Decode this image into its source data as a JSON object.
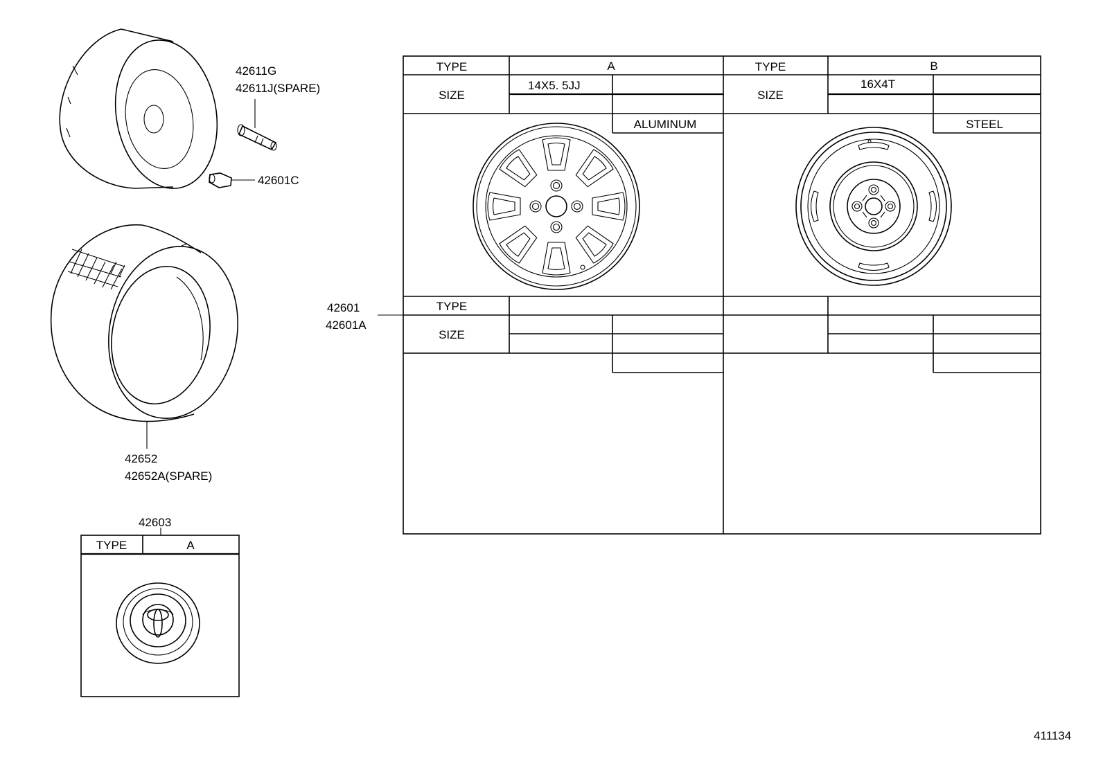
{
  "callouts": {
    "valve_a": "42611G",
    "valve_b": "42611J(SPARE)",
    "nut": "42601C",
    "tire_a": "42652",
    "tire_b": "42652A(SPARE)",
    "wheel_a": "42601",
    "wheel_b": "42601A",
    "cap": "42603"
  },
  "wheel_table": {
    "type_label": "TYPE",
    "size_label": "SIZE",
    "type_a_value": "A",
    "type_b_value": "B",
    "size_a_value": "14X5. 5JJ",
    "size_b_value": "16X4T",
    "material_a": "ALUMINUM",
    "material_b": "STEEL",
    "lower_type_label": "TYPE",
    "lower_size_label": "SIZE"
  },
  "cap_table": {
    "type_label": "TYPE",
    "type_value": "A"
  },
  "figure_number": "411134",
  "icons": [
    "tire-wheel-icon",
    "valve-icon",
    "hub-nut-icon",
    "tire-icon",
    "alloy-wheel-icon",
    "steel-wheel-icon",
    "toyota-logo-icon"
  ]
}
